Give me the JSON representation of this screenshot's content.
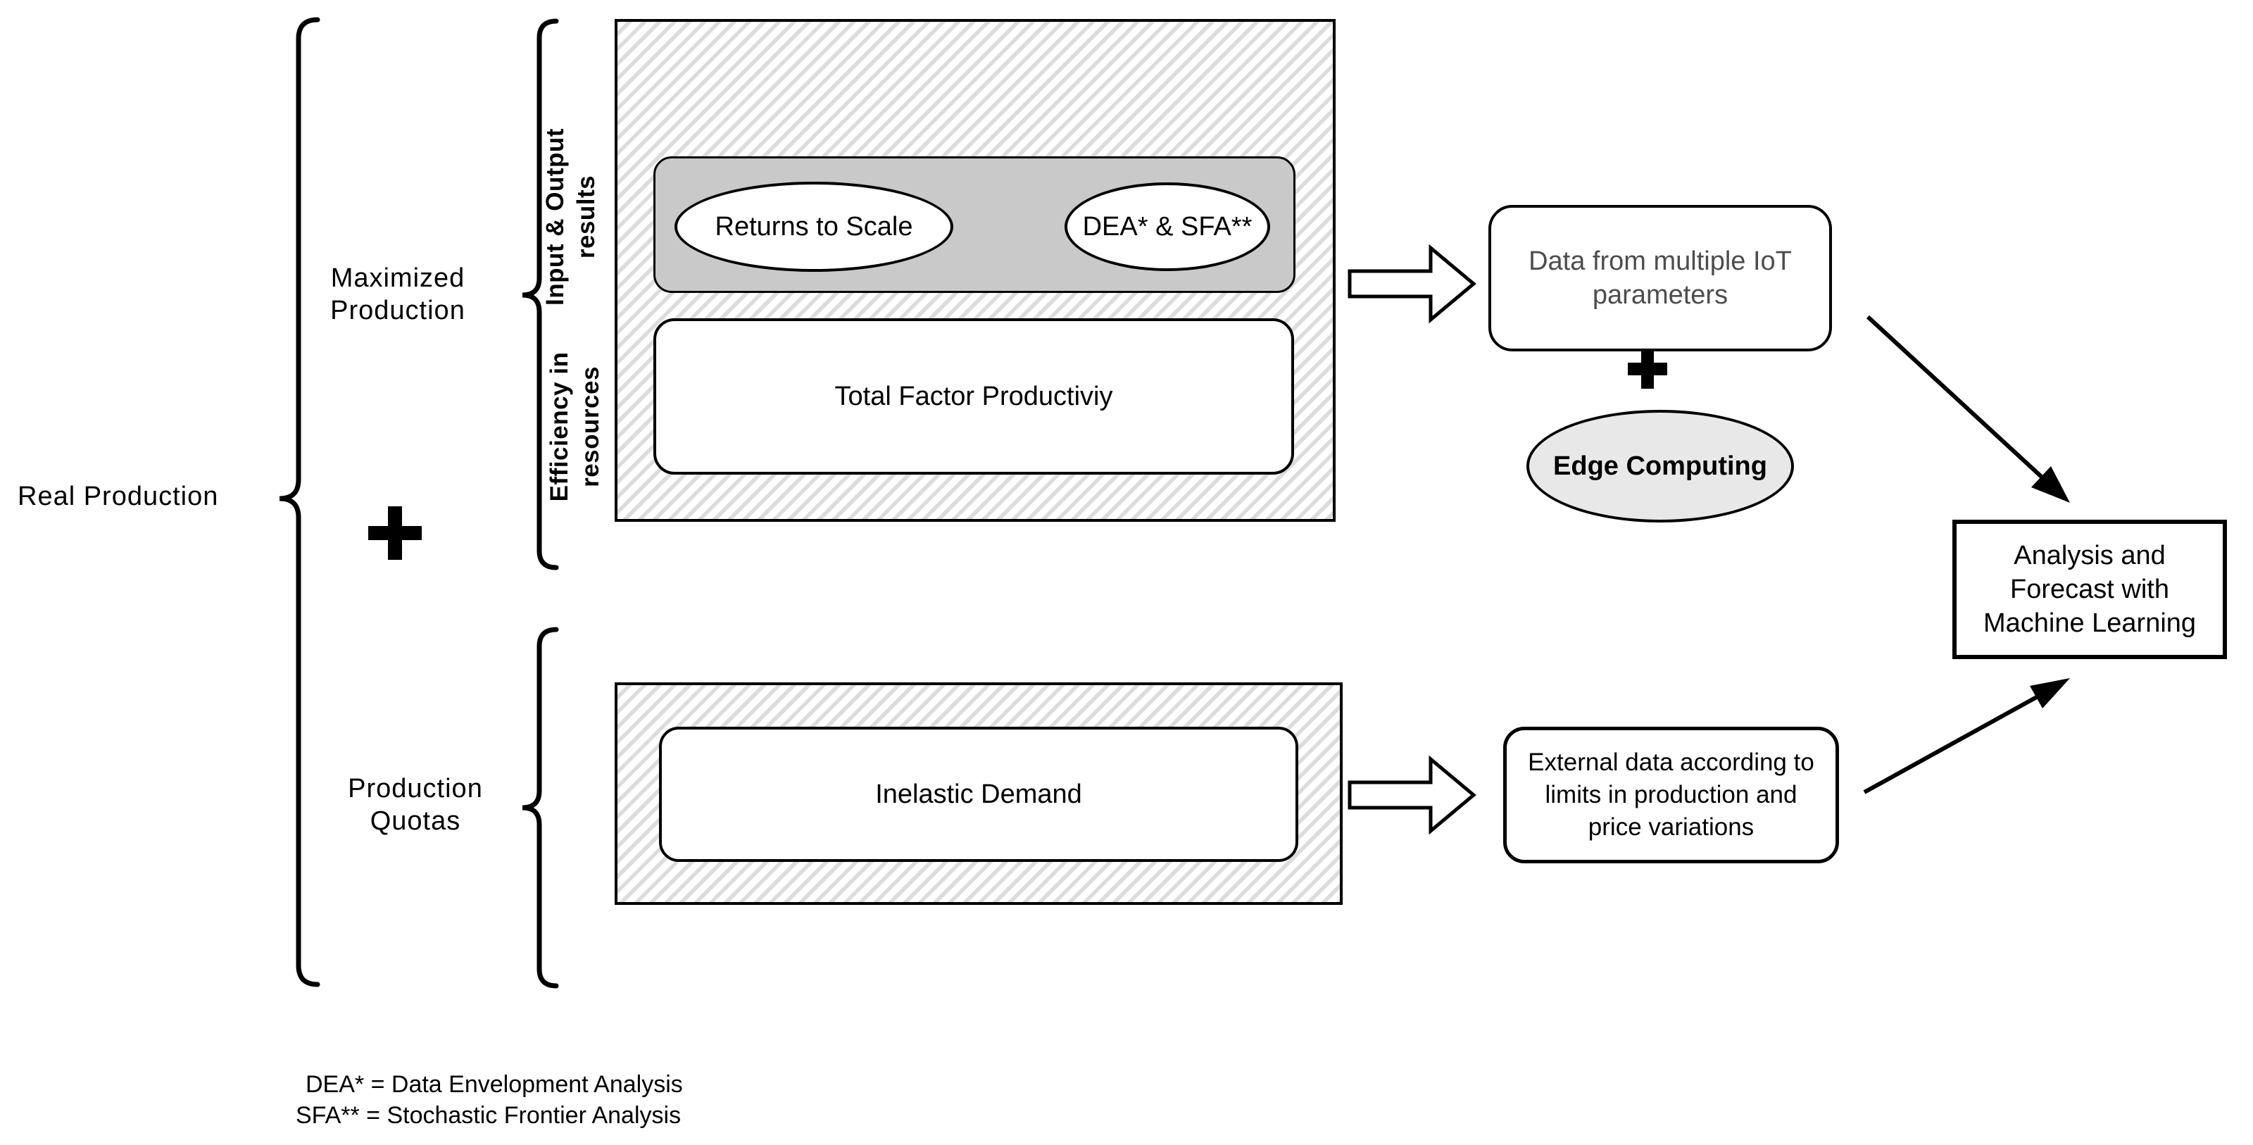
{
  "labels": {
    "real_production": "Real Production",
    "maximized_production": "Maximized\nProduction",
    "production_quotas": "Production\nQuotas",
    "input_output_results": "Input & Output\nresults",
    "efficiency_resources": "Efficiency in\nresources",
    "plus_left": "+",
    "plus_right": "+"
  },
  "nodes": {
    "returns_to_scale": "Returns to Scale",
    "dea_sfa": "DEA* & SFA**",
    "total_factor_productivity": "Total Factor Productiviy",
    "inelastic_demand": "Inelastic Demand",
    "iot_parameters": "Data from multiple IoT\nparameters",
    "edge_computing": "Edge Computing",
    "analysis_forecast": "Analysis and\nForecast with\nMachine Learning",
    "external_data": "External data according to\nlimits in production and\nprice variations"
  },
  "footnotes": {
    "dea": "DEA* = Data Envelopment Analysis",
    "sfa": "SFA** = Stochastic Frontier Analysis"
  },
  "colors": {
    "hatch_stripe": "#dcdcdc",
    "inner_gray_panel": "#c9c9c9",
    "dark_arrow_fill": "#7f7f7f",
    "edge_ellipse_fill": "#e8e8e8",
    "iot_text": "#4d4d4d",
    "line_color": "#000000"
  }
}
